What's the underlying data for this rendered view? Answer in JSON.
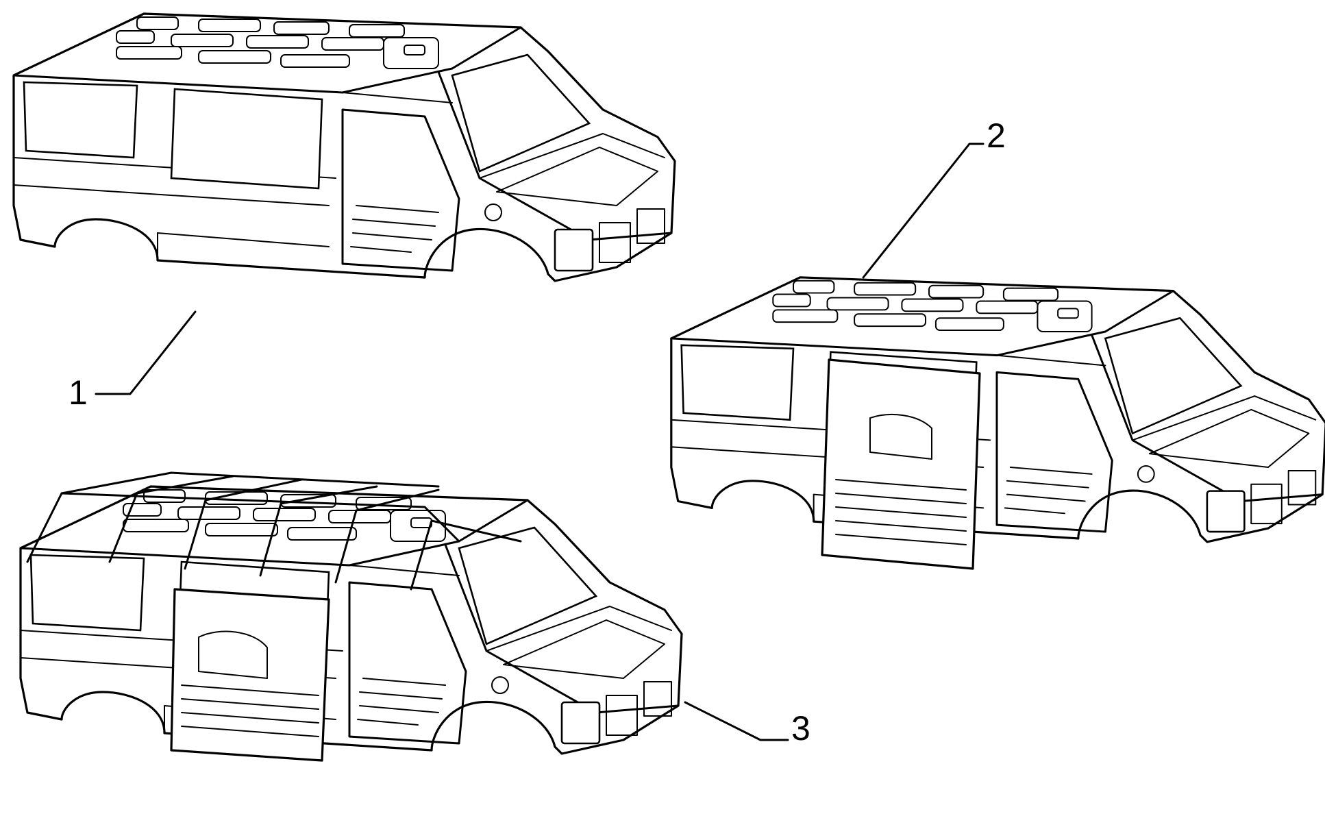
{
  "callouts": [
    {
      "label": "1",
      "part": "body-shell-closed-roof"
    },
    {
      "label": "2",
      "part": "body-shell-with-side-openings"
    },
    {
      "label": "3",
      "part": "body-shell-frame-structure"
    }
  ],
  "colors": {
    "line": "#000000",
    "background": "#ffffff"
  }
}
